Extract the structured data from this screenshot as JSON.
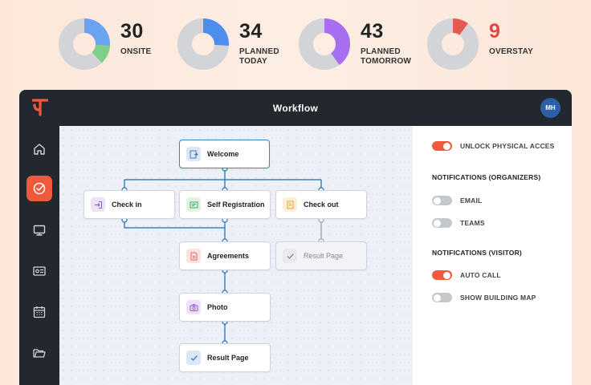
{
  "stats": [
    {
      "value": "30",
      "label_line1": "ONSITE",
      "label_line2": "",
      "colors": [
        "#6aa3f0",
        "#7fcf8a"
      ],
      "fractions": [
        0.26,
        0.12
      ]
    },
    {
      "value": "34",
      "label_line1": "PLANNED",
      "label_line2": "TODAY",
      "colors": [
        "#4b8ef0"
      ],
      "fractions": [
        0.26
      ]
    },
    {
      "value": "43",
      "label_line1": "PLANNED",
      "label_line2": "TOMORROW",
      "colors": [
        "#a86ef0"
      ],
      "fractions": [
        0.4
      ]
    },
    {
      "value": "9",
      "label_line1": "OVERSTAY",
      "label_line2": "",
      "colors": [
        "#e45a52"
      ],
      "fractions": [
        0.1
      ]
    }
  ],
  "app": {
    "title": "Workflow",
    "avatar_initials": "MH",
    "accent": "#ef5a3c"
  },
  "sidebar": {
    "items": [
      {
        "name": "home-icon",
        "active": false
      },
      {
        "name": "check-circle-icon",
        "active": true
      },
      {
        "name": "monitor-icon",
        "active": false
      },
      {
        "name": "badge-icon",
        "active": false
      },
      {
        "name": "calendar-icon",
        "active": false
      },
      {
        "name": "folder-icon",
        "active": false
      }
    ]
  },
  "workflow": {
    "nodes": {
      "welcome": "Welcome",
      "check_in": "Check in",
      "self_registration": "Self Registration",
      "check_out": "Check out",
      "agreements": "Agreements",
      "result_page_right": "Result Page",
      "photo": "Photo",
      "result_page": "Result Page"
    }
  },
  "settings": {
    "unlock": {
      "label": "UNLOCK PHYSICAL ACCES",
      "on": true
    },
    "organizers_title": "NOTIFICATIONS (ORGANIZERS)",
    "email": {
      "label": "EMAIL",
      "on": false
    },
    "teams": {
      "label": "TEAMS",
      "on": false
    },
    "visitor_title": "NOTIFICATIONS (VISITOR)",
    "auto_call": {
      "label": "AUTO CALL",
      "on": true
    },
    "building_map": {
      "label": "SHOW BUILDING MAP",
      "on": false
    }
  }
}
